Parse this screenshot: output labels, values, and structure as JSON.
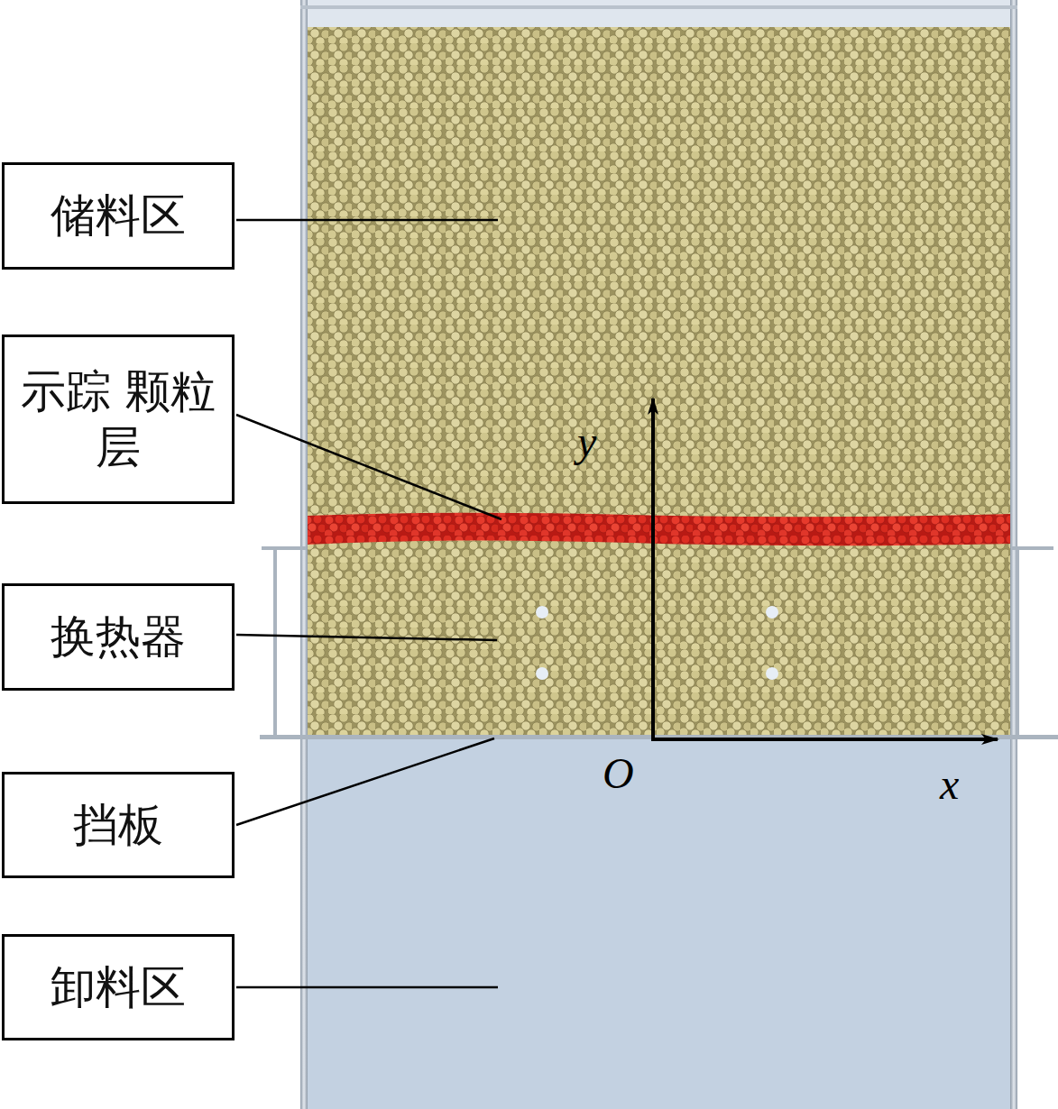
{
  "diagram": {
    "nodes": [
      {
        "text": [
          "储料区"
        ]
      },
      {
        "text": [
          "示踪 颗粒层"
        ]
      },
      {
        "text": [
          "换热器"
        ]
      },
      {
        "text": [
          "挡板"
        ]
      },
      {
        "text": [
          "卸料区"
        ]
      }
    ],
    "labels": [
      "y",
      "O",
      "x"
    ]
  }
}
